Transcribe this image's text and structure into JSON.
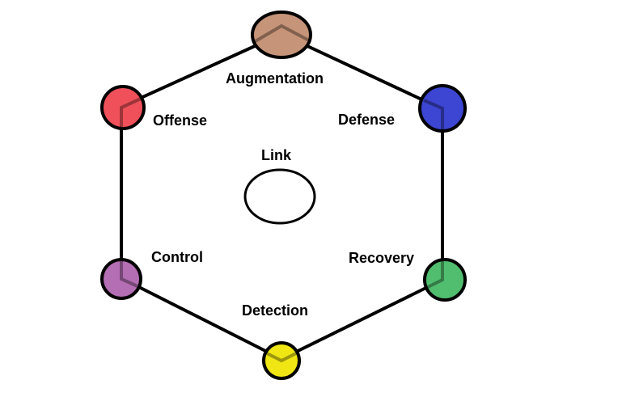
{
  "nodes": [
    {
      "id": "augmentation",
      "label": "Augmentation",
      "color": "#c69478"
    },
    {
      "id": "defense",
      "label": "Defense",
      "color": "#3c46d2"
    },
    {
      "id": "recovery",
      "label": "Recovery",
      "color": "#50be6e"
    },
    {
      "id": "detection",
      "label": "Detection",
      "color": "#f0e614"
    },
    {
      "id": "control",
      "label": "Control",
      "color": "#b46eb4"
    },
    {
      "id": "offense",
      "label": "Offense",
      "color": "#f0505a"
    }
  ],
  "center": {
    "label": "Link",
    "fill": "#ffffff"
  },
  "edge_color": "#000000"
}
